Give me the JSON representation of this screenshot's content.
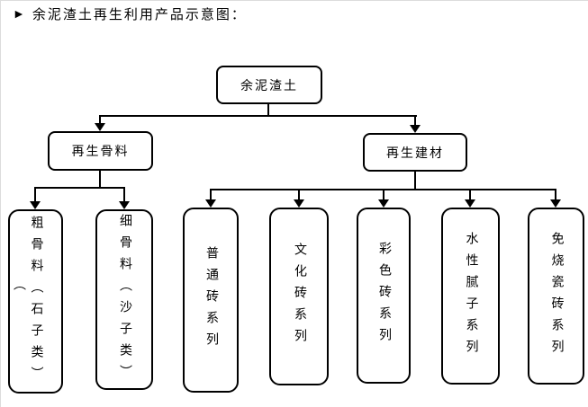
{
  "page": {
    "bullet": "►",
    "title": "余泥渣土再生利用产品示意图："
  },
  "colors": {
    "line": "#000000",
    "background": "#ffffff",
    "text": "#000000"
  },
  "chart_data": {
    "type": "flowchart",
    "title": "余泥渣土再生利用产品示意图",
    "orientation": "top-down",
    "root": {
      "label": "余泥渣土"
    },
    "branches": [
      {
        "label": "再生骨料",
        "children": [
          {
            "label": "粗骨料（石子类）"
          },
          {
            "label": "细骨料（沙子类）"
          }
        ]
      },
      {
        "label": "再生建材",
        "children": [
          {
            "label": "普通砖系列"
          },
          {
            "label": "文化砖系列"
          },
          {
            "label": "彩色砖系列"
          },
          {
            "label": "水性腻子系列"
          },
          {
            "label": "免烧瓷砖系列"
          }
        ]
      }
    ],
    "overflow_paren": "（"
  }
}
